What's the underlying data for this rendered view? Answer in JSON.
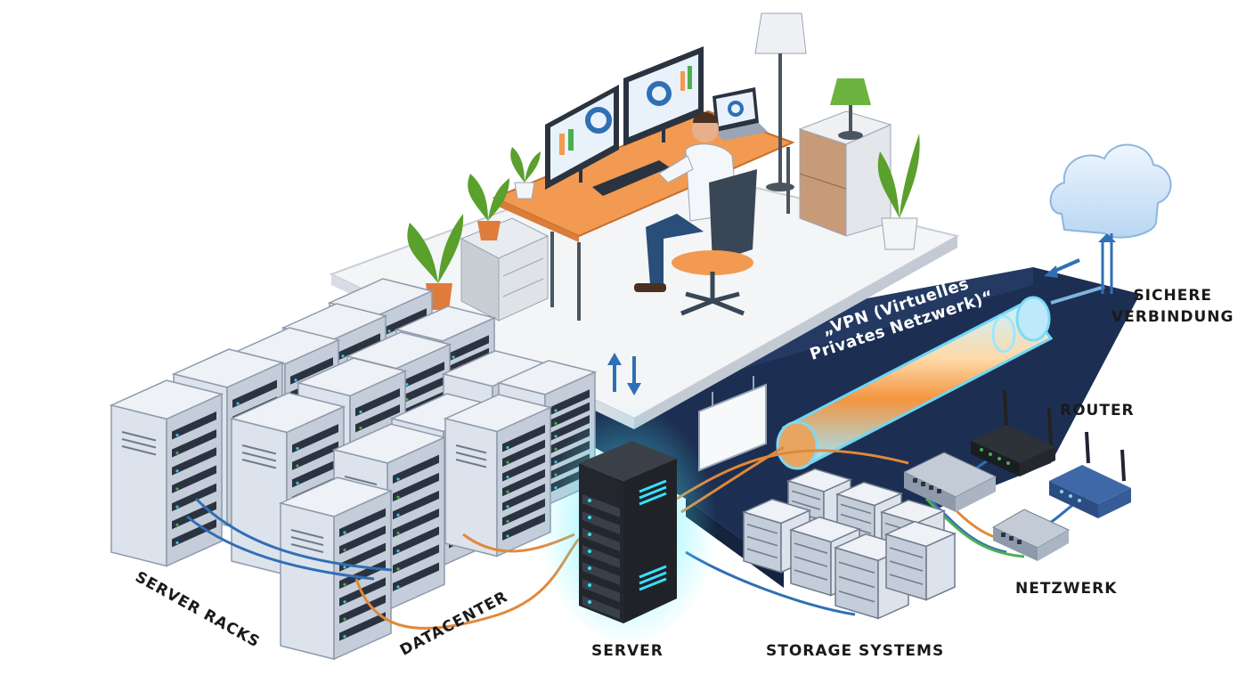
{
  "labels": {
    "server_racks": "SERVER RACKS",
    "datacenter": "DATACENTER",
    "server": "SERVER",
    "storage_systems": "STORAGE SYSTEMS",
    "netzwerk": "NETZWERK",
    "router": "ROUTER",
    "secure_line1": "SICHERE",
    "secure_line2": "VERBINDUNG",
    "vpn_line1": "„VPN (Virtuelles",
    "vpn_line2": "Privates Netzwerk)“"
  },
  "colors": {
    "platform_dark": "#1c2f52",
    "platform_top": "#f3f5f7",
    "rack": "#dde3ec",
    "rack_dark": "#9aa6b6",
    "server": "#1f2328",
    "server_glow": "#39e0ff",
    "cable_blue": "#2f6fb5",
    "cable_orange": "#e2883a",
    "cable_green": "#4caf50",
    "tube_orange": "#f5a25a",
    "desk": "#f29a52",
    "cloud": "#cde3f7",
    "plant": "#5aa02c"
  }
}
